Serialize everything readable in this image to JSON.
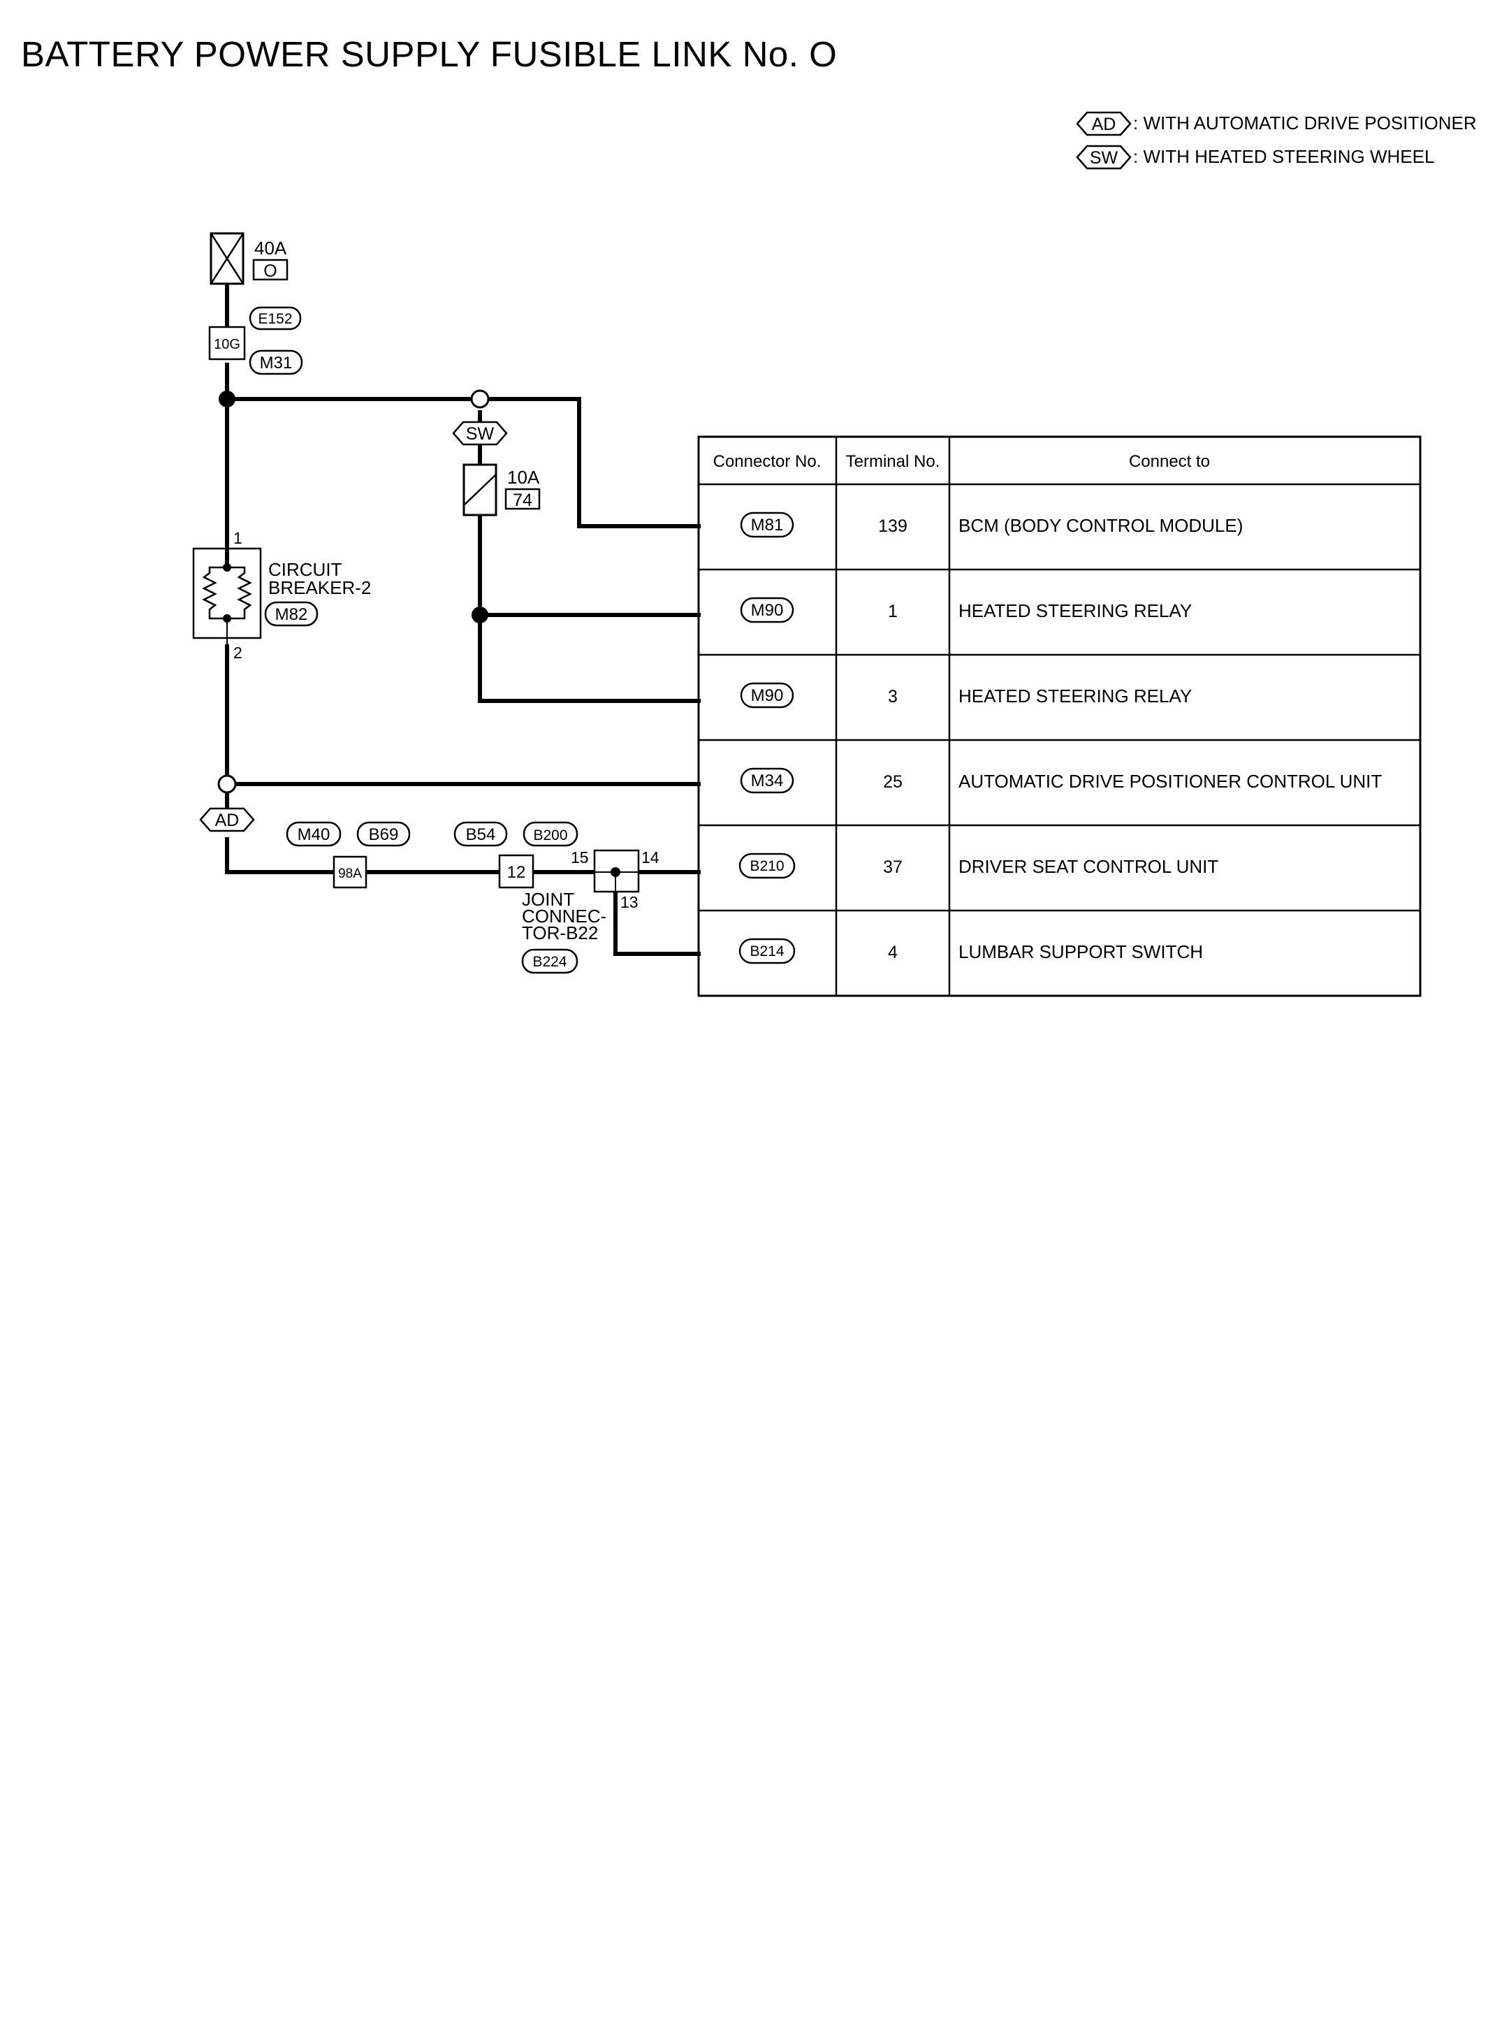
{
  "title": "BATTERY POWER SUPPLY FUSIBLE LINK No. O",
  "legend": [
    {
      "code": "AD",
      "text": ": WITH AUTOMATIC DRIVE POSITIONER"
    },
    {
      "code": "SW",
      "text": ": WITH HEATED STEERING WHEEL"
    }
  ],
  "fusible_link": {
    "rating": "40A",
    "id": "O"
  },
  "harness_connector_top": {
    "terminal": "10G",
    "connectors": [
      "E152",
      "M31"
    ]
  },
  "fuse": {
    "rating": "10A",
    "number": "74",
    "option": "SW"
  },
  "circuit_breaker": {
    "label_line1": "CIRCUIT",
    "label_line2": "BREAKER-2",
    "connector": "M82",
    "pin_in": "1",
    "pin_out": "2"
  },
  "ad_option": "AD",
  "harness_connector_bottom": {
    "terminal": "98A",
    "connectors": [
      "M40",
      "B69"
    ]
  },
  "harness_connector_mid": {
    "terminal": "12",
    "connectors": [
      "B54",
      "B200"
    ]
  },
  "joint_connector": {
    "label_line1": "JOINT",
    "label_line2": "CONNEC-",
    "label_line3": "TOR-B22",
    "connector": "B224",
    "pin_in": "15",
    "pin_out": "14",
    "pin_branch": "13"
  },
  "table": {
    "headers": [
      "Connector No.",
      "Terminal No.",
      "Connect to"
    ],
    "rows": [
      {
        "connector": "M81",
        "terminal": "139",
        "connect_to": "BCM (BODY CONTROL MODULE)"
      },
      {
        "connector": "M90",
        "terminal": "1",
        "connect_to": "HEATED STEERING RELAY"
      },
      {
        "connector": "M90",
        "terminal": "3",
        "connect_to": "HEATED STEERING RELAY"
      },
      {
        "connector": "M34",
        "terminal": "25",
        "connect_to": "AUTOMATIC DRIVE POSITIONER CONTROL UNIT"
      },
      {
        "connector": "B210",
        "terminal": "37",
        "connect_to": "DRIVER SEAT CONTROL UNIT"
      },
      {
        "connector": "B214",
        "terminal": "4",
        "connect_to": "LUMBAR SUPPORT SWITCH"
      }
    ]
  }
}
